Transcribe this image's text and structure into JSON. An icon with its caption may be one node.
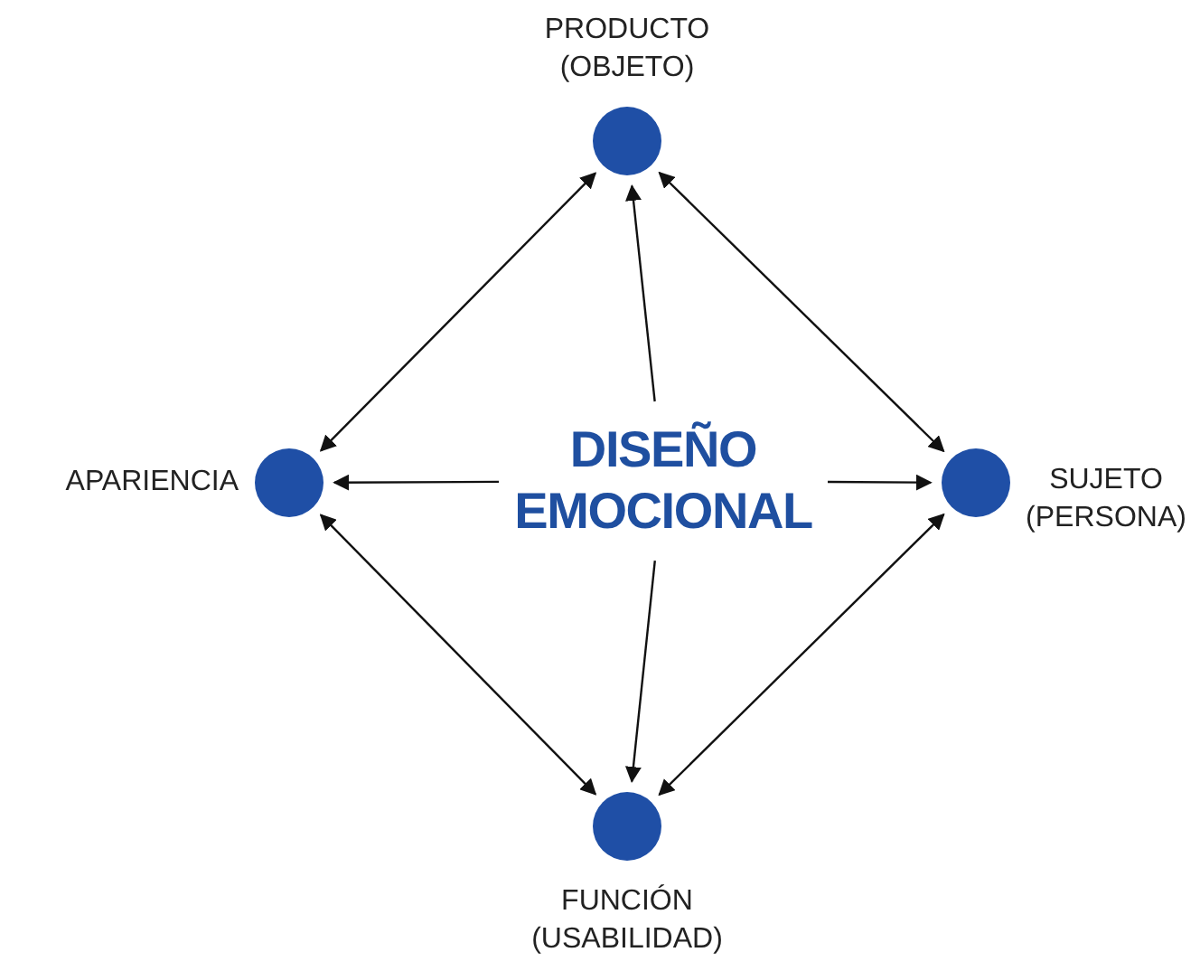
{
  "diagram": {
    "nodes": [
      {
        "text": [
          "DISEÑO EMOCIONAL"
        ]
      },
      {
        "text": [
          "PRODUCTO (OBJETO)"
        ]
      },
      {
        "text": [
          "APARIENCIA"
        ]
      },
      {
        "text": [
          "SUJETO (PERSONA)"
        ]
      },
      {
        "text": [
          "FUNCIÓN (USABILIDAD)"
        ]
      }
    ],
    "edges": [
      {
        "from": 0,
        "to": 1,
        "arrow": "to"
      },
      {
        "from": 0,
        "to": 2,
        "arrow": "to"
      },
      {
        "from": 0,
        "to": 3,
        "arrow": "to"
      },
      {
        "from": 0,
        "to": 4,
        "arrow": "to"
      },
      {
        "from": 1,
        "to": 3,
        "arrow": "both"
      },
      {
        "from": 3,
        "to": 4,
        "arrow": "both"
      },
      {
        "from": 4,
        "to": 2,
        "arrow": "both"
      },
      {
        "from": 2,
        "to": 1,
        "arrow": "both"
      }
    ]
  }
}
